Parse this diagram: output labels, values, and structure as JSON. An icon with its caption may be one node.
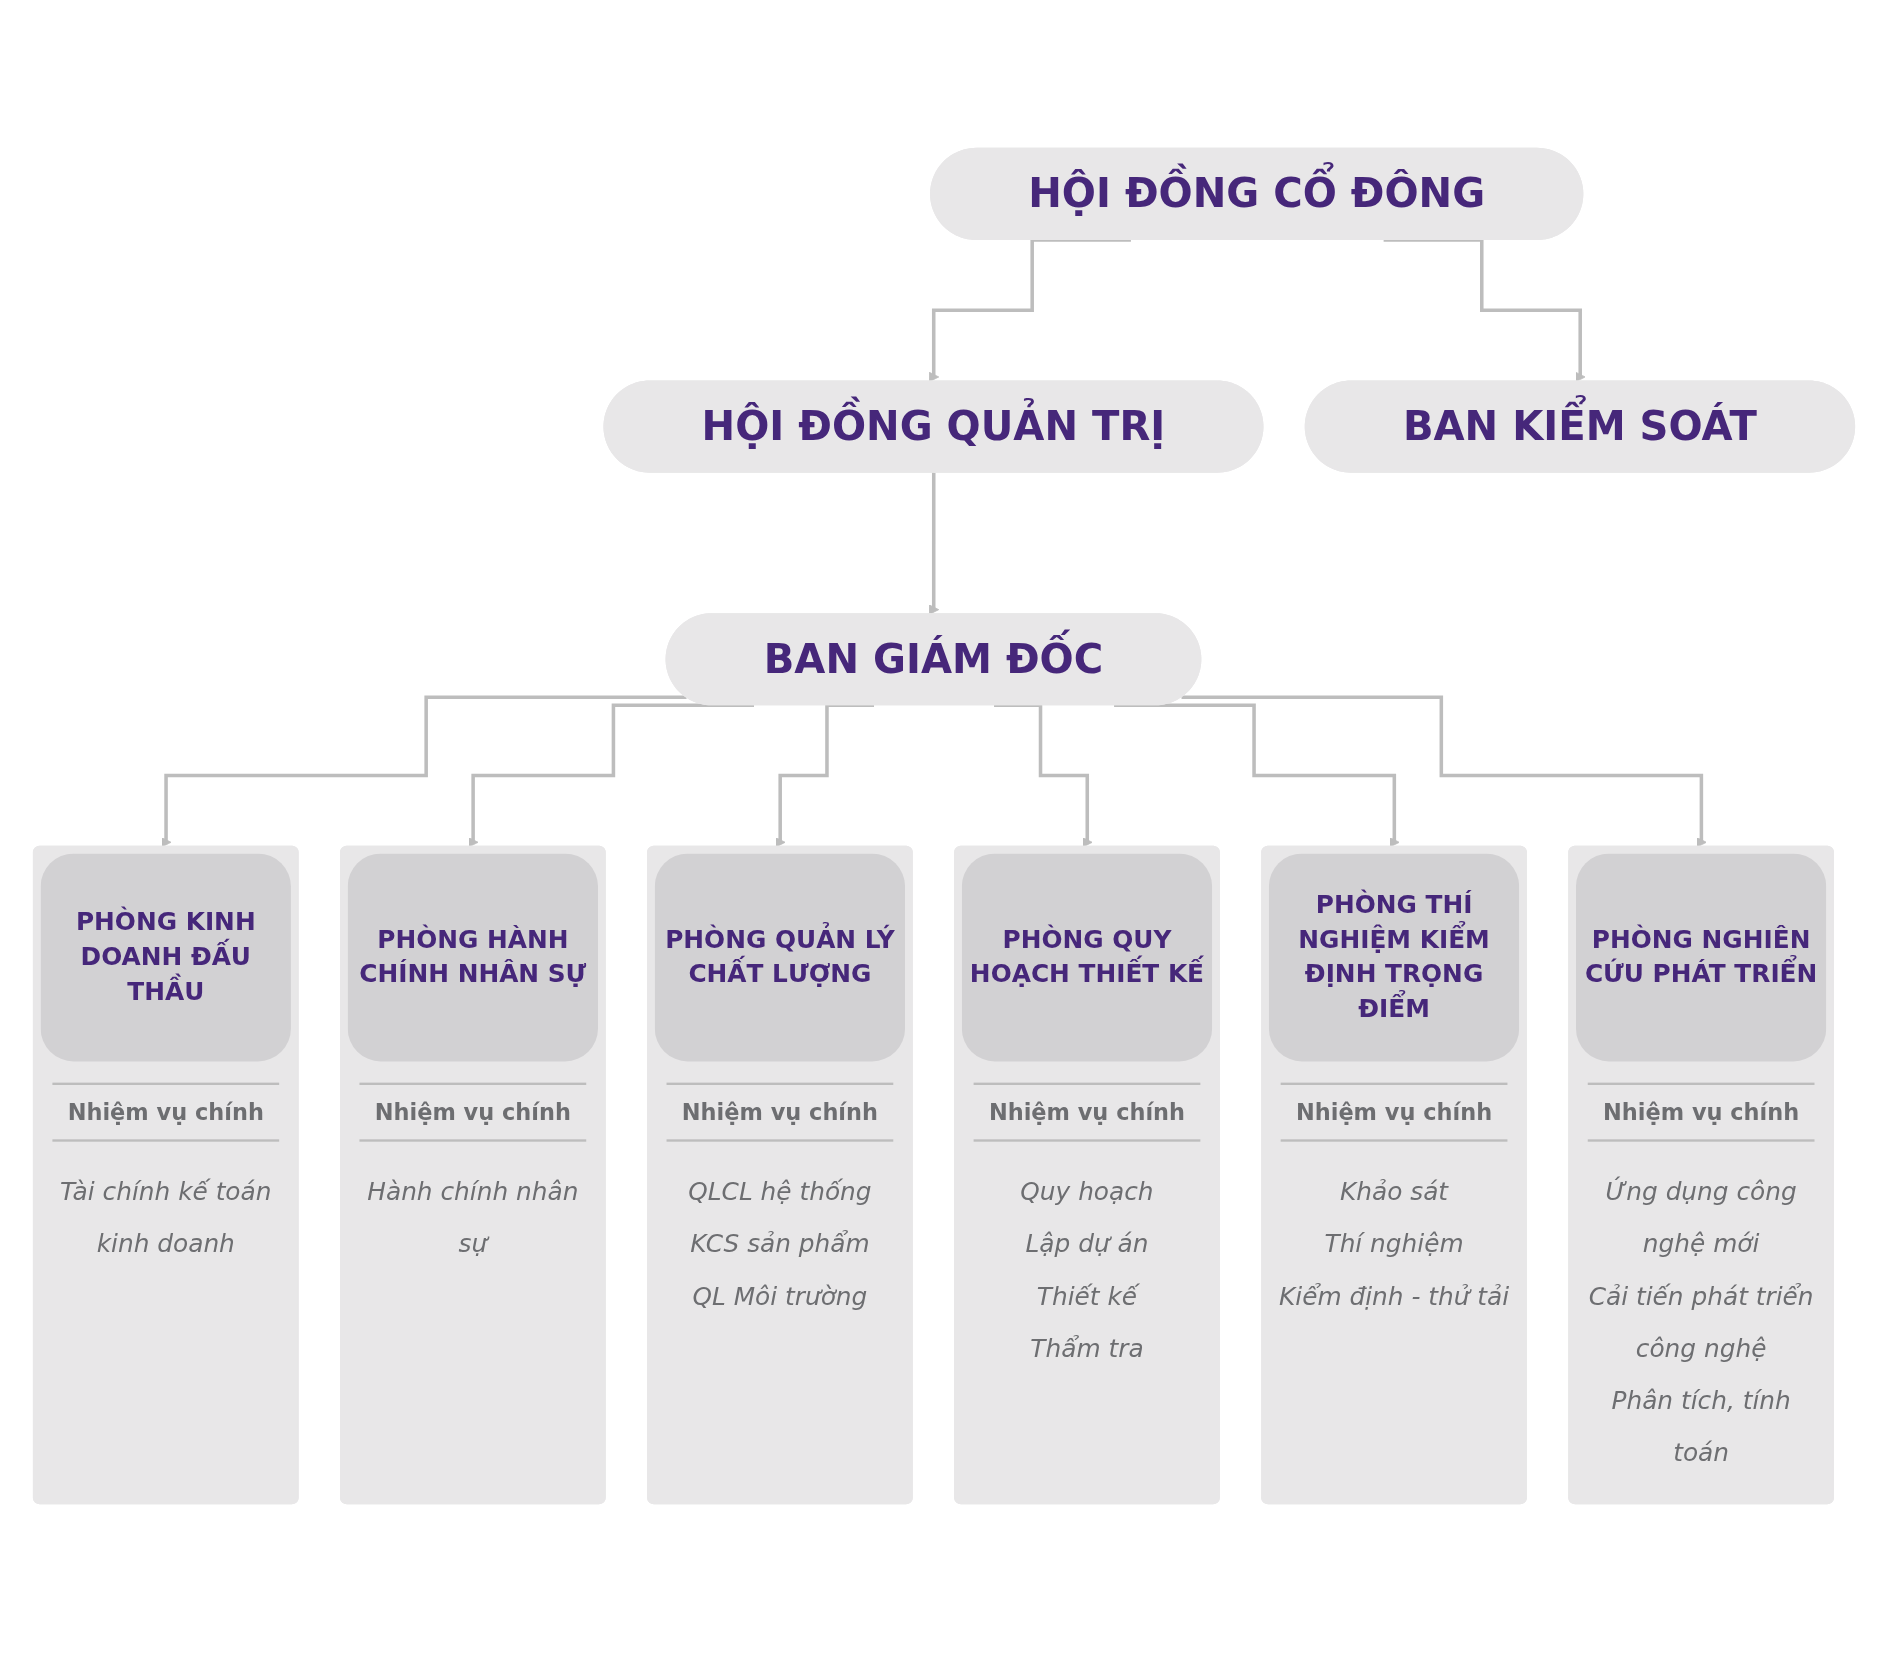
{
  "diagram": {
    "nodes": [
      {
        "text": [
          "HỘI ĐỒNG CỔ ĐÔNG"
        ]
      },
      {
        "text": [
          "HỘI ĐỒNG QUẢN TRỊ"
        ]
      },
      {
        "text": [
          "BAN KIỂM SOÁT"
        ]
      },
      {
        "text": [
          "BAN GIÁM ĐỐC"
        ]
      },
      {
        "text": [
          "PHÒNG KINH DOANH ĐẤU THẦU",
          "Nhiệm vụ chính",
          "Tài chính kế toán kinh doanh"
        ]
      },
      {
        "text": [
          "PHÒNG HÀNH CHÍNH NHÂN SỰ",
          "Nhiệm vụ chính",
          "Hành chính nhân sự"
        ]
      },
      {
        "text": [
          "PHÒNG QUẢN LÝ CHẤT LƯỢNG",
          "Nhiệm vụ chính",
          "QLCL hệ thống",
          "KCS sản phẩm",
          "QL Môi trường"
        ]
      },
      {
        "text": [
          "PHÒNG QUY HOẠCH THIẾT KẾ",
          "Nhiệm vụ chính",
          "Quy hoạch",
          "Lập dự án",
          "Thiết kế",
          "Thẩm tra"
        ]
      },
      {
        "text": [
          "PHÒNG THÍ NGHIỆM KIỂM ĐỊNH TRỌNG ĐIỂM",
          "Nhiệm vụ chính",
          "Khảo sát",
          "Thí nghiệm",
          "Kiểm định - thử tải"
        ]
      },
      {
        "text": [
          "PHÒNG NGHIÊN CỨU PHÁT TRIỂN",
          "Nhiệm vụ chính",
          "Ứng dụng công nghệ mới",
          "Cải tiến phát triển công nghệ",
          "Phân tích, tính toán"
        ]
      }
    ],
    "edges": [
      {
        "from": 0,
        "to": 1,
        "arrow": "to"
      },
      {
        "from": 0,
        "to": 2,
        "arrow": "to"
      },
      {
        "from": 1,
        "to": 3,
        "arrow": "to"
      },
      {
        "from": 3,
        "to": 4,
        "arrow": "to"
      },
      {
        "from": 3,
        "to": 5,
        "arrow": "to"
      },
      {
        "from": 3,
        "to": 6,
        "arrow": "to"
      },
      {
        "from": 3,
        "to": 7,
        "arrow": "to"
      },
      {
        "from": 3,
        "to": 8,
        "arrow": "to"
      },
      {
        "from": 3,
        "to": 9,
        "arrow": "to"
      }
    ]
  }
}
